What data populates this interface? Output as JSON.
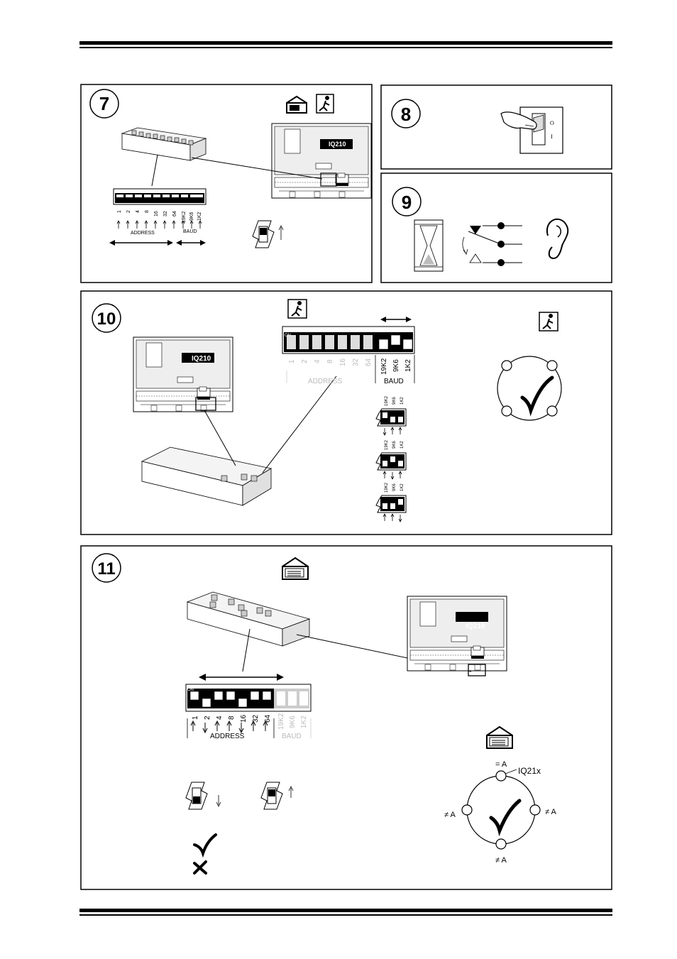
{
  "steps": {
    "s7": "7",
    "s8": "8",
    "s9": "9",
    "s10": "10",
    "s11": "11"
  },
  "device_label": "IQ210",
  "dip": {
    "address_labels": [
      "1",
      "2",
      "4",
      "8",
      "16",
      "32",
      "64"
    ],
    "baud_labels": [
      "19K2",
      "9K6",
      "1K2"
    ],
    "on_label": "ON",
    "address_caption": "ADDRESS",
    "baud_caption": "BAUD"
  },
  "switch_labels": {
    "off": "O",
    "on": "I"
  },
  "ring": {
    "equal_a": "= A",
    "target": "IQ21x",
    "not_a_left": "≠ A",
    "not_a_right": "≠ A",
    "not_a_bottom": "≠ A"
  }
}
